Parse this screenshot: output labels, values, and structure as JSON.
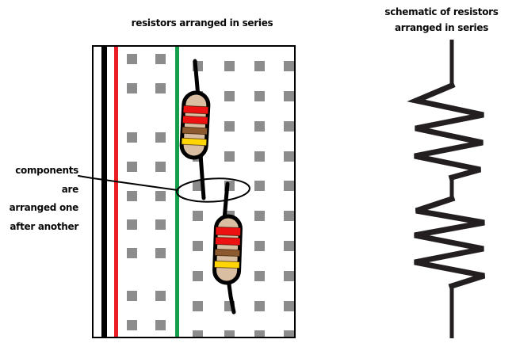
{
  "titles": {
    "breadboard": "resistors arranged in series",
    "schematic_line1": "schematic of resistors",
    "schematic_line2": "arranged in series"
  },
  "annotation": {
    "lines": [
      "components are",
      "arranged one",
      "after another"
    ]
  },
  "colors": {
    "rail_black": "#000000",
    "rail_red": "#EC1C24",
    "rail_green": "#14A04B",
    "hole_gray": "#8C8C8C",
    "resistor_body": "#D9BEA1",
    "band_red": "#EE1111",
    "band_brown": "#8C5A2E",
    "band_yellow": "#FFD503",
    "wire": "#000000",
    "schematic_stroke": "#231F20"
  },
  "breadboard": {
    "hole_size": 13,
    "left_columns_x": [
      166,
      202
    ],
    "left_rows_y": [
      74,
      111,
      173,
      210,
      247,
      283,
      319,
      373,
      410
    ],
    "right_columns_x": [
      249,
      289,
      327,
      364
    ],
    "right_rows_y": [
      83,
      121,
      159,
      197,
      234,
      272,
      310,
      348,
      386,
      423
    ]
  },
  "resistors": [
    {
      "id": "resistor-1",
      "band_colors": [
        "red",
        "red",
        "brown",
        "yellow"
      ]
    },
    {
      "id": "resistor-2",
      "band_colors": [
        "red",
        "red",
        "brown",
        "yellow"
      ]
    }
  ]
}
